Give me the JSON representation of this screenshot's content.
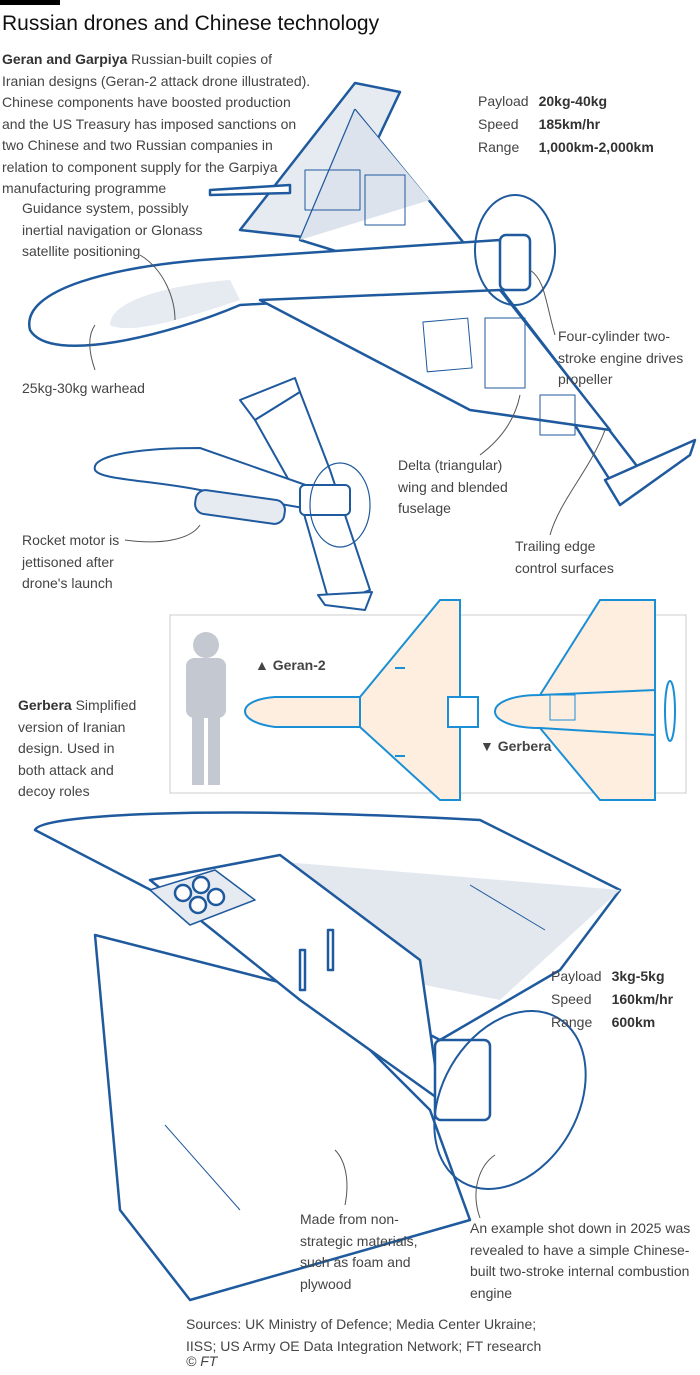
{
  "title": "Russian drones and Chinese technology",
  "intro": {
    "bold": "Geran and Garpiya",
    "text": " Russian-built copies of Iranian designs (Geran-2 attack drone illustrated). Chinese components have boosted production and the US Treasury has imposed sanctions on two Chinese and two Russian companies in relation to component supply for the Garpiya manufacturing programme"
  },
  "geran_specs": [
    {
      "label": "Payload",
      "value": "20kg-40kg"
    },
    {
      "label": "Speed",
      "value": "185km/hr"
    },
    {
      "label": "Range",
      "value": "1,000km-2,000km"
    }
  ],
  "geran_annotations": {
    "guidance": "Guidance system, possibly inertial navigation or Glonass satellite positioning",
    "warhead": "25kg-30kg warhead",
    "engine": "Four-cylinder two-stroke engine drives propeller",
    "wing": "Delta (triangular) wing and blended fuselage",
    "rocket": "Rocket motor is jettisoned after drone's launch",
    "trailing": "Trailing edge control surfaces"
  },
  "comparison": {
    "geran_label": "▲ Geran-2",
    "gerbera_label": "▼ Gerbera"
  },
  "gerbera_intro": {
    "bold": "Gerbera",
    "text": " Simplified version of Iranian design. Used in both attack and decoy roles"
  },
  "gerbera_specs": [
    {
      "label": "Payload",
      "value": "3kg-5kg"
    },
    {
      "label": "Speed",
      "value": "160km/hr"
    },
    {
      "label": "Range",
      "value": "600km"
    }
  ],
  "gerbera_annotations": {
    "materials": "Made from non-strategic materials, such as foam and plywood",
    "engine": "An example shot down in 2025 was revealed to have a simple Chinese-built two-stroke internal combustion engine"
  },
  "sources": "Sources: UK Ministry of Defence; Media Center Ukraine; IISS; US Army OE Data Integration Network; FT research",
  "credit": "© FT",
  "colors": {
    "line": "#1f5a9e",
    "shade": "#dde3ec",
    "tan": "#fdeee0",
    "bright": "#1a8fd6"
  }
}
